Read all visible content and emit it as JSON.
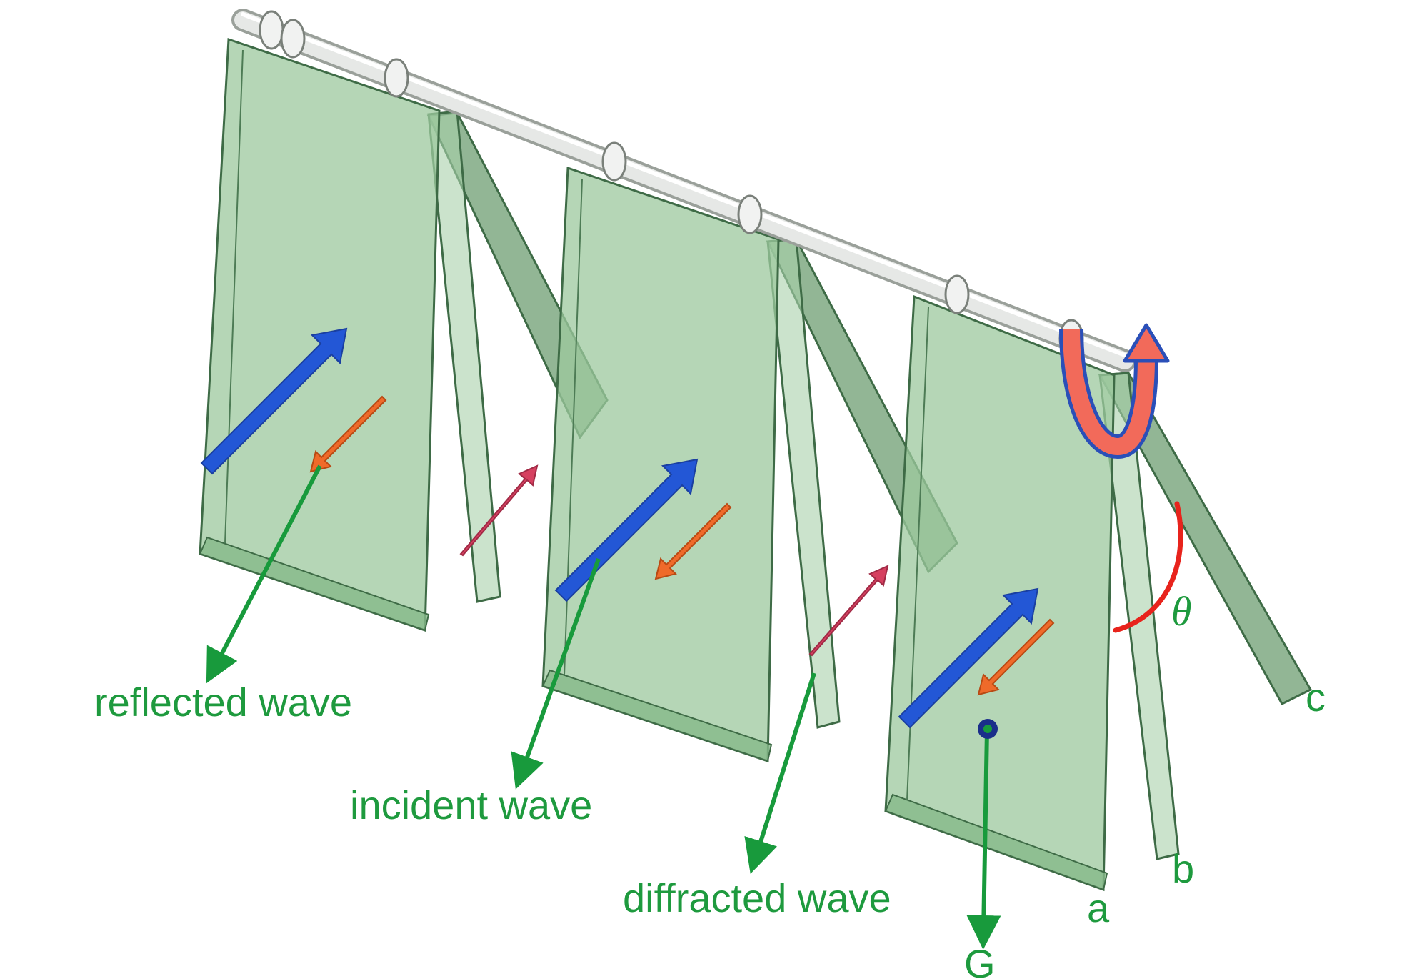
{
  "labels": {
    "reflected": "reflected wave",
    "incident": "incident wave",
    "diffracted": "diffracted wave",
    "a": "a",
    "b": "b",
    "c": "c",
    "g": "G",
    "theta": "θ"
  },
  "colors": {
    "panel_fill": "#9cc89d",
    "panel_dark": "#6e9e72",
    "panel_edge": "#3e6b46",
    "rod": "#e6e8e6",
    "incident_arrow": "#2357d6",
    "reflected_arrow": "#ef6a2a",
    "diffracted_arrow": "#d64060",
    "pointer": "#189a3c",
    "rotation_fill": "#f26a5a",
    "rotation_outline": "#2a4fb8",
    "angle_arc": "#e8231c",
    "label_text": "#1e9a3e"
  }
}
